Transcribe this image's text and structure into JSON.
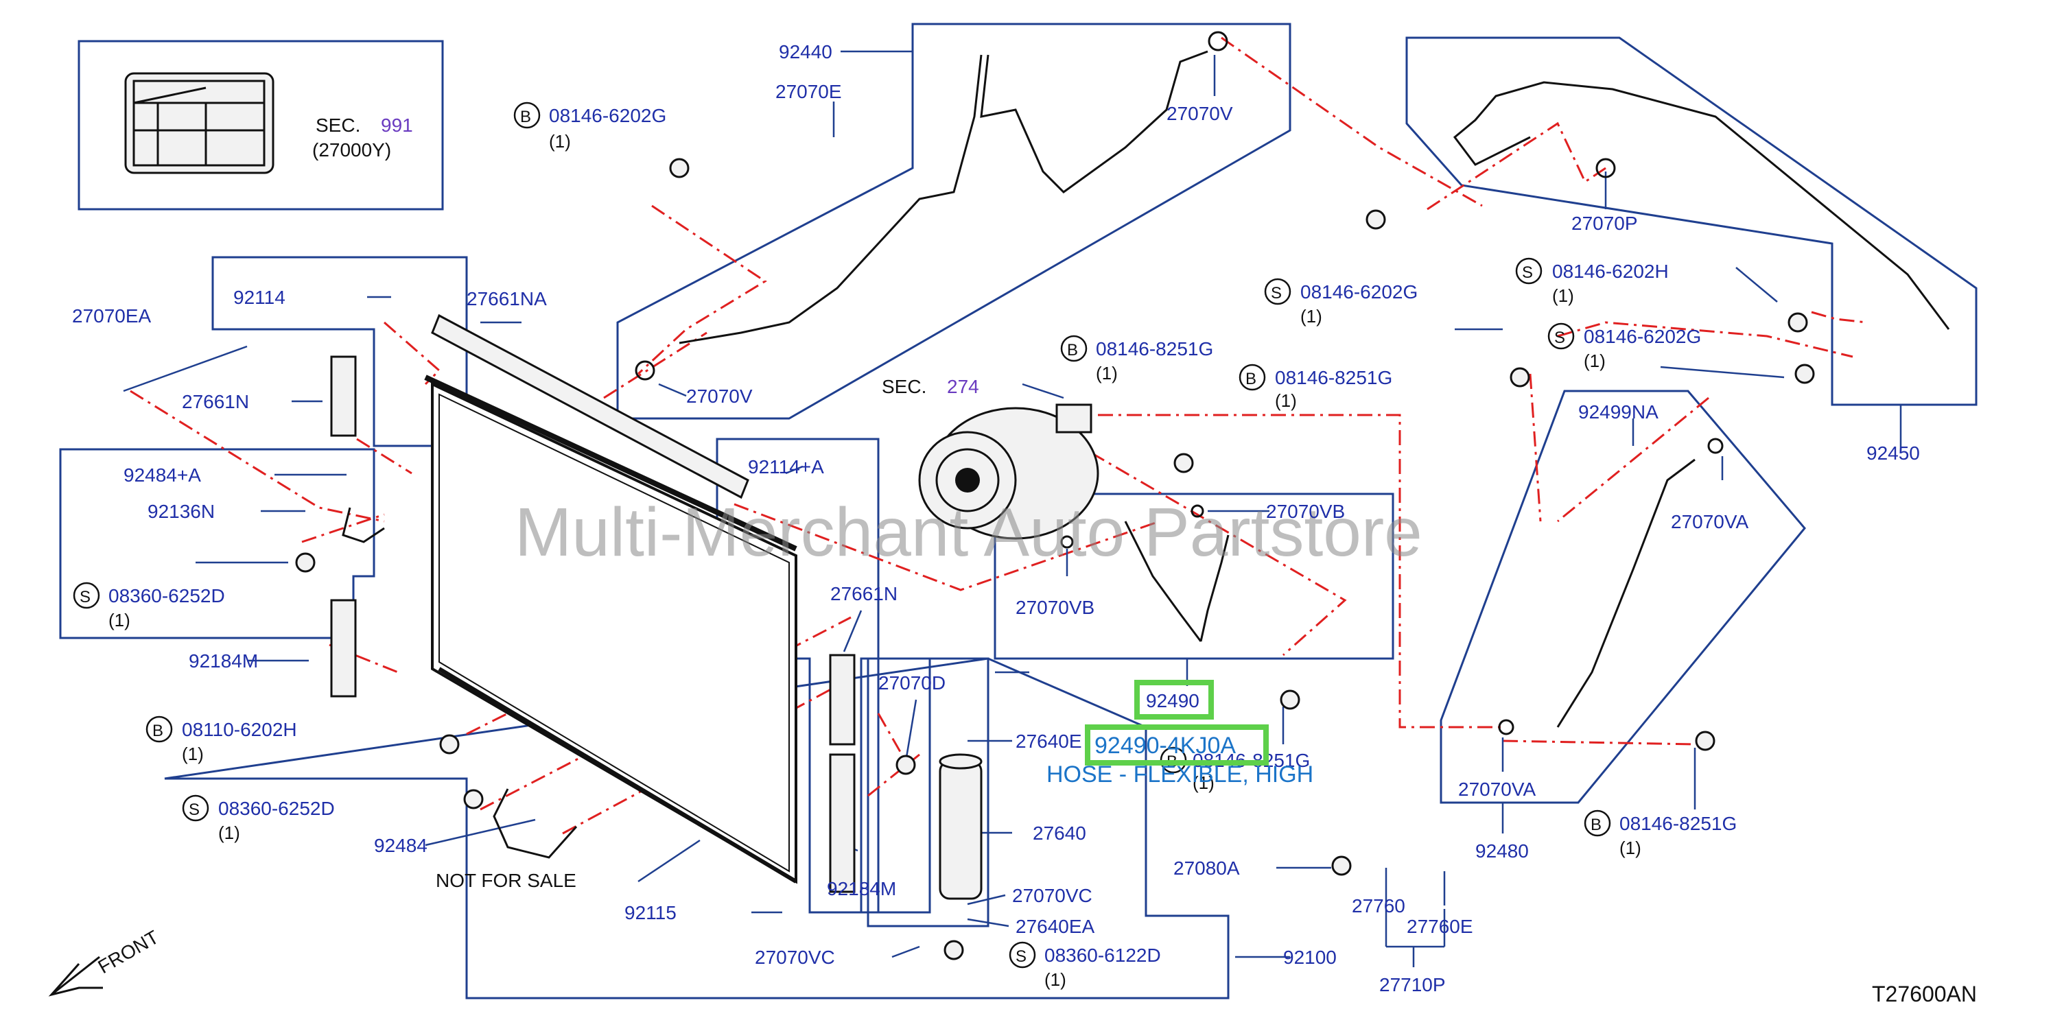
{
  "diagram_code": "T27600AN",
  "watermark": "Multi-Merchant Auto Partstore",
  "not_for_sale": "NOT   FOR   SALE",
  "front_label": "FRONT",
  "highlight": {
    "ref": "92490",
    "part_number": "92490-4KJ0A",
    "description": "HOSE - FLEXIBLE, HIGH"
  },
  "sections": {
    "sec991": {
      "prefix": "SEC.",
      "number": "991",
      "sub": "(27000Y)"
    },
    "sec274": {
      "prefix": "SEC.",
      "number": "274"
    }
  },
  "labels": {
    "p92440": "92440",
    "p27070E": "27070E",
    "p27070V_top": "27070V",
    "p27070V_low": "27070V",
    "p27070P": "27070P",
    "p92450": "92450",
    "p92114": "92114",
    "p27661NA": "27661NA",
    "p27070EA": "27070EA",
    "p27661N_left": "27661N",
    "p92484A": "92484+A",
    "p92136N": "92136N",
    "p92114A": "92114+A",
    "p92184M_left": "92184M",
    "p27661N_mid": "27661N",
    "p92184M_mid": "92184M",
    "p27070D": "27070D",
    "p27640E": "27640E",
    "p27640": "27640",
    "p27070VC_r": "27070VC",
    "p27640EA": "27640EA",
    "p27070VC_b": "27070VC",
    "p92484": "92484",
    "p92115": "92115",
    "p92100": "92100",
    "p27070VB_r": "27070VB",
    "p27070VB_l": "27070VB",
    "p92499NA": "92499NA",
    "p27070VA_r": "27070VA",
    "p27070VA_b": "27070VA",
    "p92480": "92480",
    "p27080A": "27080A",
    "p27760": "27760",
    "p27760E": "27760E",
    "p27710P": "27710P"
  },
  "fasteners": {
    "f1": {
      "type": "B",
      "part": "08146-6202G",
      "qty": "(1)"
    },
    "f2": {
      "type": "S",
      "part": "08146-6202G",
      "qty": "(1)"
    },
    "f3": {
      "type": "S",
      "part": "08146-6202H",
      "qty": "(1)"
    },
    "f4": {
      "type": "S",
      "part": "08146-6202G",
      "qty": "(1)"
    },
    "f5": {
      "type": "B",
      "part": "08146-8251G",
      "qty": "(1)"
    },
    "f6": {
      "type": "B",
      "part": "08146-8251G",
      "qty": "(1)"
    },
    "f7": {
      "type": "S",
      "part": "08360-6252D",
      "qty": "(1)"
    },
    "f8": {
      "type": "B",
      "part": "08110-6202H",
      "qty": "(1)"
    },
    "f9": {
      "type": "S",
      "part": "08360-6252D",
      "qty": "(1)"
    },
    "f10": {
      "type": "B",
      "part": "08146-8251G",
      "qty": "(1)"
    },
    "f11": {
      "type": "B",
      "part": "08146-8251G",
      "qty": "(1)"
    },
    "f12": {
      "type": "S",
      "part": "08360-6122D",
      "qty": "(1)"
    }
  }
}
